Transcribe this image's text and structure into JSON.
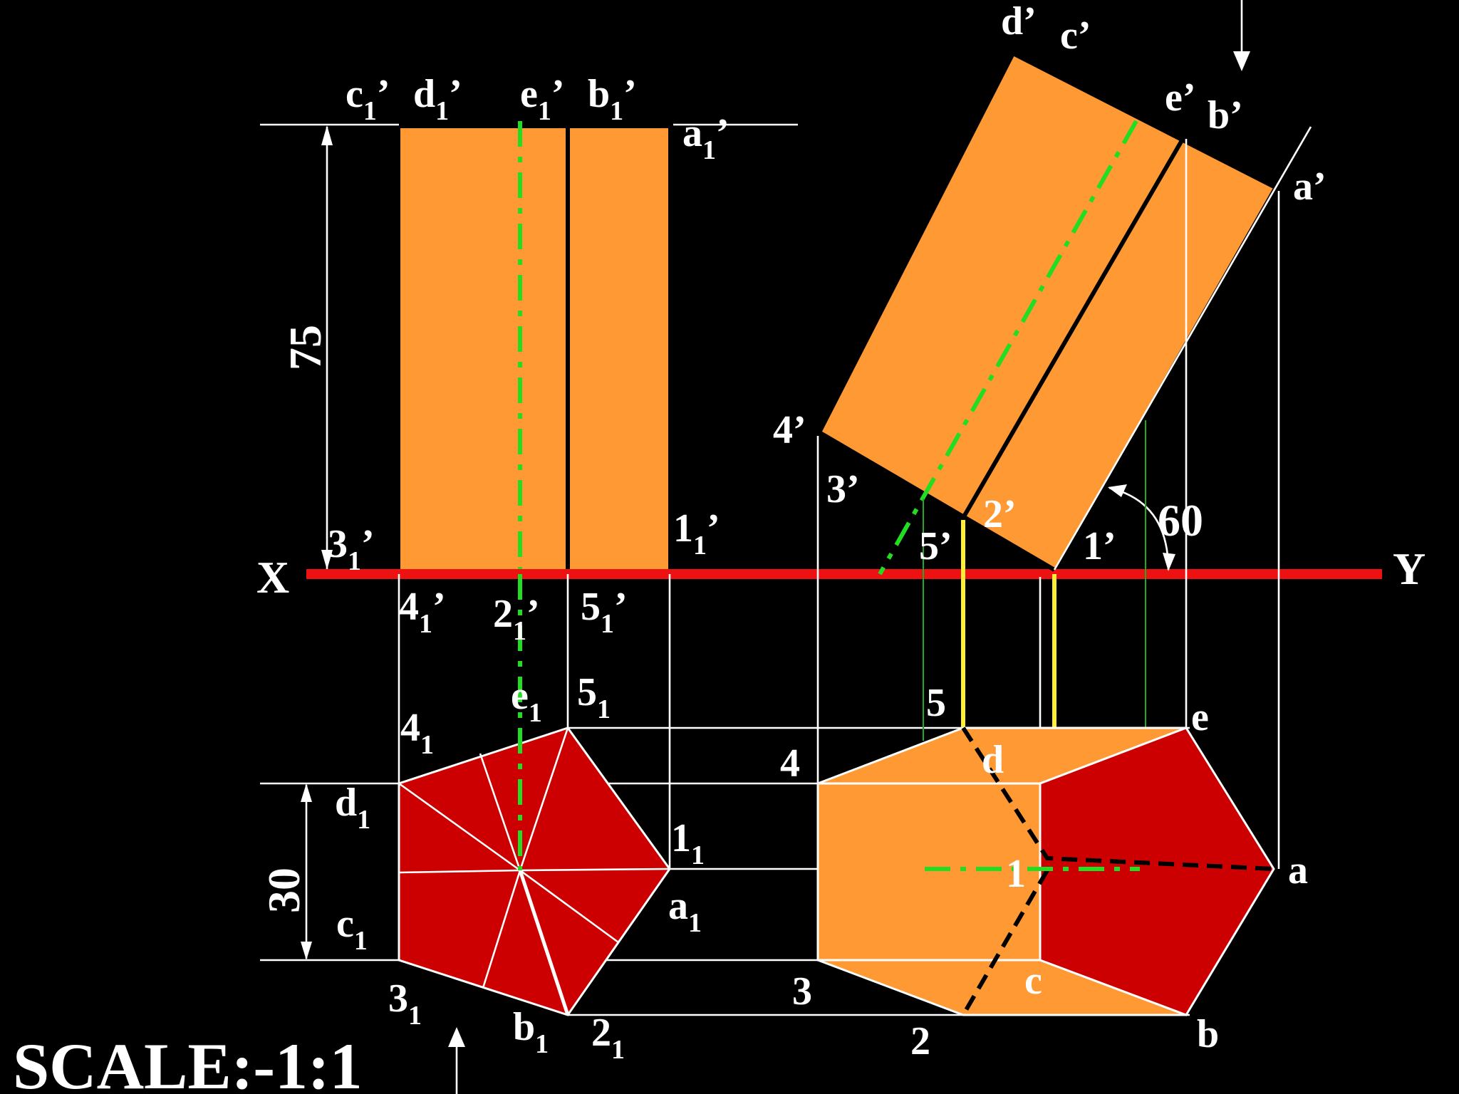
{
  "colors": {
    "background": "#000000",
    "face_orange": "#ff9933",
    "face_red": "#cc0000",
    "xy_line": "#ee1111",
    "axis_green": "#22dd22",
    "projector_yellow": "#ffee33",
    "text": "#ffffff"
  },
  "axis": {
    "x_label": "X",
    "y_label": "Y"
  },
  "dimensions": {
    "height": "75",
    "width": "30",
    "angle": "60"
  },
  "scale": "SCALE:-1:1",
  "front_view_1": {
    "c1": "c",
    "d1": "d",
    "e1": "e",
    "b1": "b",
    "a1": "a",
    "p3": "3",
    "p1": "1",
    "p4": "4",
    "p2": "2",
    "p5": "5",
    "sub": "1",
    "prime": "’"
  },
  "top_view_1": {
    "e1": "e",
    "p5": "5",
    "p4": "4",
    "d1": "d",
    "p1": "1",
    "a1": "a",
    "c1": "c",
    "p3": "3",
    "b1": "b",
    "p2": "2",
    "sub": "1"
  },
  "front_view_2": {
    "d": "d’",
    "c": "c’",
    "e": "e’",
    "b": "b’",
    "a": "a’",
    "p4": "4’",
    "p3": "3’",
    "p2": "2’",
    "p5": "5’",
    "p1": "1’"
  },
  "top_view_2": {
    "p5": "5",
    "e": "e",
    "p4": "4",
    "d": "d",
    "p1": "1",
    "a": "a",
    "p3": "3",
    "c": "c",
    "p2": "2",
    "b": "b"
  }
}
